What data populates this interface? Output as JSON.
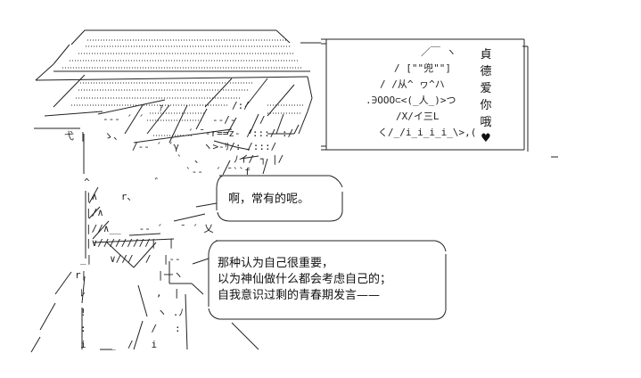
{
  "signboard": {
    "vertical_text": [
      "貞",
      "德",
      "爱",
      "你",
      "哦",
      "♥"
    ],
    "face_lines": [
      "／￣ ヽ",
      "/ [\"\"兜\"\"]",
      "/ /从^ ヮ^ハ",
      ".∋OOO⊂<(_人_)>つ",
      "/X/イ三L",
      "く/_/i_i_i_i_\\>,("
    ]
  },
  "bubble_1": {
    "text": "啊，常有的呢。"
  },
  "bubble_2": {
    "lines": [
      "那种认为自己很重要，",
      "以为神仙做什么都会考虑自己的；",
      "自我意识过剩的青春期发言——"
    ]
  }
}
